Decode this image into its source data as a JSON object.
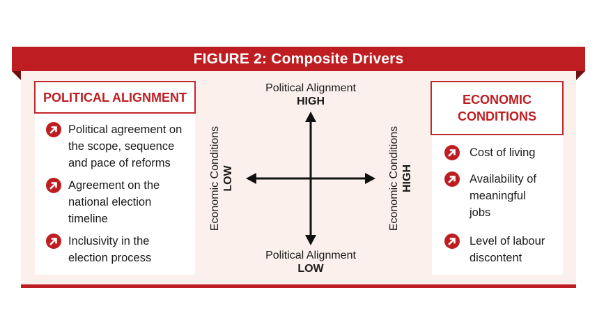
{
  "figure": {
    "title": "FIGURE 2: Composite Drivers",
    "colors": {
      "accent": "#be1e22",
      "panel_bg": "#fbf0eb",
      "fold": "#6e0f10",
      "text": "#1a1a1a"
    }
  },
  "left_panel": {
    "heading": "POLITICAL ALIGNMENT",
    "items": [
      {
        "icon": "arrow-up-right-icon",
        "text_lines": [
          "Political agreement on",
          "the scope, sequence",
          "and pace of reforms"
        ]
      },
      {
        "icon": "arrow-up-right-icon",
        "text_lines": [
          "Agreement on the",
          "national election",
          "timeline"
        ]
      },
      {
        "icon": "arrow-up-right-icon",
        "text_lines": [
          "Inclusivity in the",
          "election process"
        ]
      }
    ]
  },
  "right_panel": {
    "heading_lines": [
      "ECONOMIC",
      "CONDITIONS"
    ],
    "items": [
      {
        "icon": "arrow-up-right-icon",
        "text_lines": [
          "Cost of living"
        ]
      },
      {
        "icon": "arrow-up-right-icon",
        "text_lines": [
          "Availability of",
          "meaningful",
          "jobs"
        ]
      },
      {
        "icon": "arrow-up-right-icon",
        "text_lines": [
          "Level of labour",
          "discontent"
        ]
      }
    ]
  },
  "quadrant": {
    "top": {
      "label": "Political Alignment",
      "level": "HIGH"
    },
    "bottom": {
      "label": "Political Alignment",
      "level": "LOW"
    },
    "left": {
      "label": "Economic Conditions",
      "level": "LOW"
    },
    "right": {
      "label": "Economic Conditions",
      "level": "HIGH"
    }
  }
}
